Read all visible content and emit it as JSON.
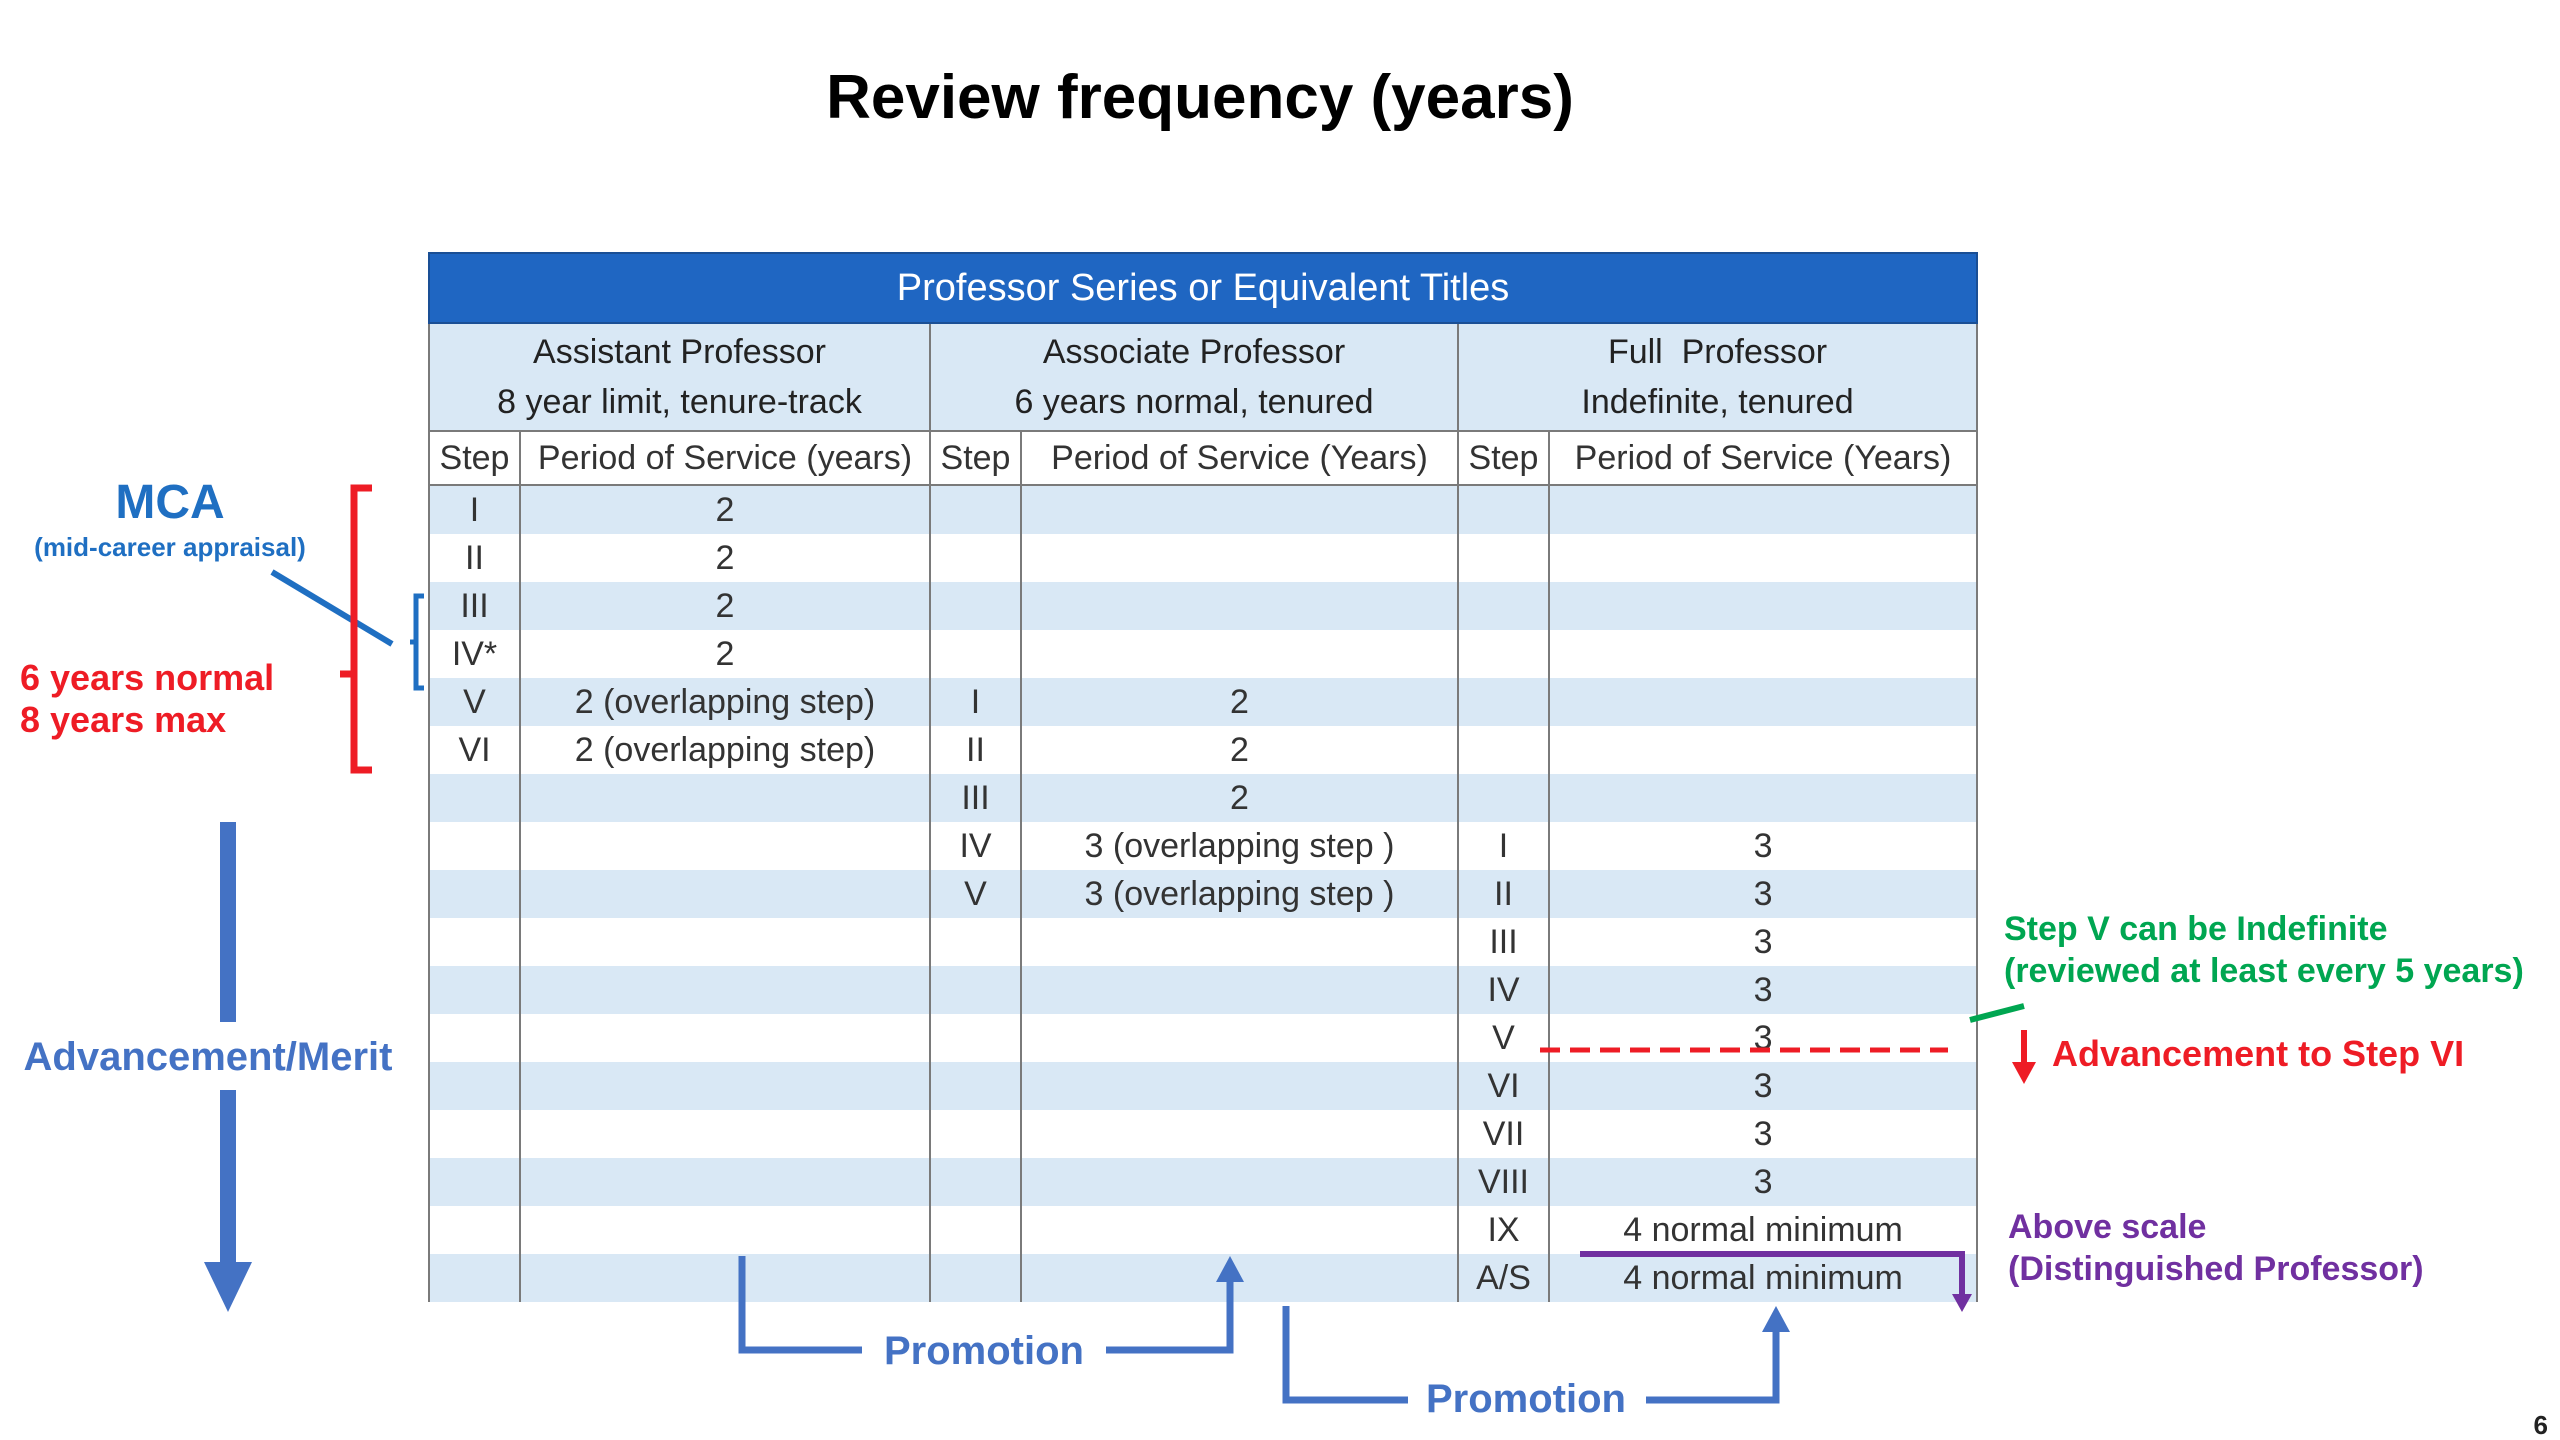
{
  "title": "Review frequency (years)",
  "table": {
    "banner": "Professor Series or Equivalent Titles",
    "groups": [
      {
        "name": "Assistant Professor",
        "detail": "8 year limit, tenure-track"
      },
      {
        "name": "Associate Professor",
        "detail": "6 years normal, tenured"
      },
      {
        "name": "Full  Professor",
        "detail": "Indefinite, tenured"
      }
    ],
    "col_headers": [
      "Step",
      "Period of Service (years)",
      "Step",
      "Period of Service (Years)",
      "Step",
      "Period of Service (Years)"
    ],
    "rows": [
      [
        "I",
        "2",
        "",
        "",
        "",
        ""
      ],
      [
        "II",
        "2",
        "",
        "",
        "",
        ""
      ],
      [
        "III",
        "2",
        "",
        "",
        "",
        ""
      ],
      [
        "IV*",
        "2",
        "",
        "",
        "",
        ""
      ],
      [
        "V",
        "2 (overlapping step)",
        "I",
        "2",
        "",
        ""
      ],
      [
        "VI",
        "2 (overlapping step)",
        "II",
        "2",
        "",
        ""
      ],
      [
        "",
        "",
        "III",
        "2",
        "",
        ""
      ],
      [
        "",
        "",
        "IV",
        "3 (overlapping step )",
        "I",
        "3"
      ],
      [
        "",
        "",
        "V",
        "3 (overlapping step )",
        "II",
        "3"
      ],
      [
        "",
        "",
        "",
        "",
        "III",
        "3"
      ],
      [
        "",
        "",
        "",
        "",
        "IV",
        "3"
      ],
      [
        "",
        "",
        "",
        "",
        "V",
        "3"
      ],
      [
        "",
        "",
        "",
        "",
        "VI",
        "3"
      ],
      [
        "",
        "",
        "",
        "",
        "VII",
        "3"
      ],
      [
        "",
        "",
        "",
        "",
        "VIII",
        "3"
      ],
      [
        "",
        "",
        "",
        "",
        "IX",
        "4 normal minimum"
      ],
      [
        "",
        "",
        "",
        "",
        "A/S",
        "4 normal minimum"
      ]
    ]
  },
  "annotations": {
    "mca": "MCA",
    "mca_sub": "(mid-career appraisal)",
    "normal_line1": "6 years normal",
    "normal_line2": "8 years max",
    "advancement": "Advancement/Merit",
    "promotion_1": "Promotion",
    "promotion_2": "Promotion",
    "indefinite_line1": "Step V can be Indefinite",
    "indefinite_line2": "(reviewed at least every 5 years)",
    "advance_vi": "Advancement to Step VI",
    "above_scale_line1": "Above scale",
    "above_scale_line2": "(Distinguished Professor)"
  },
  "page_number": "6",
  "colors": {
    "blue": "#4472c4",
    "mca_blue": "#1f6fc2",
    "red": "#ee1c25",
    "green": "#00a651",
    "purple": "#7030a0",
    "header_blue": "#1f66c2",
    "shade": "#d9e8f5"
  }
}
